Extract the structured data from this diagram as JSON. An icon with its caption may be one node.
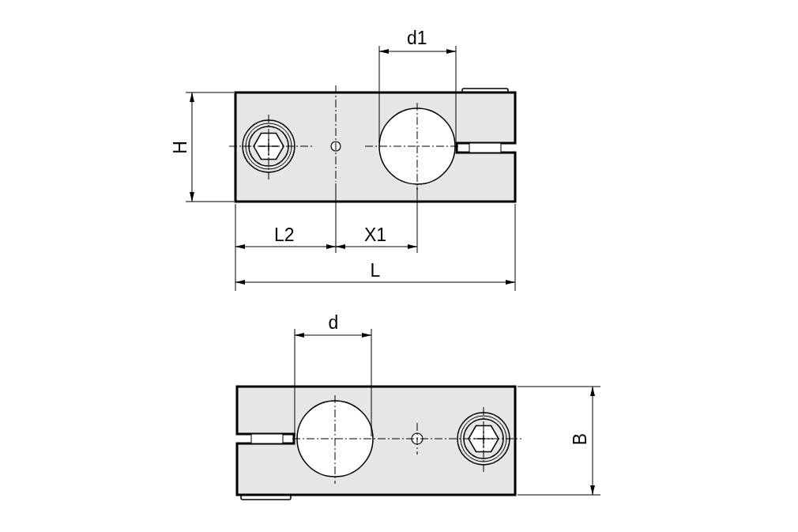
{
  "diagram": {
    "labels": [
      "d1",
      "H",
      "L2",
      "X1",
      "L",
      "d",
      "B"
    ]
  }
}
